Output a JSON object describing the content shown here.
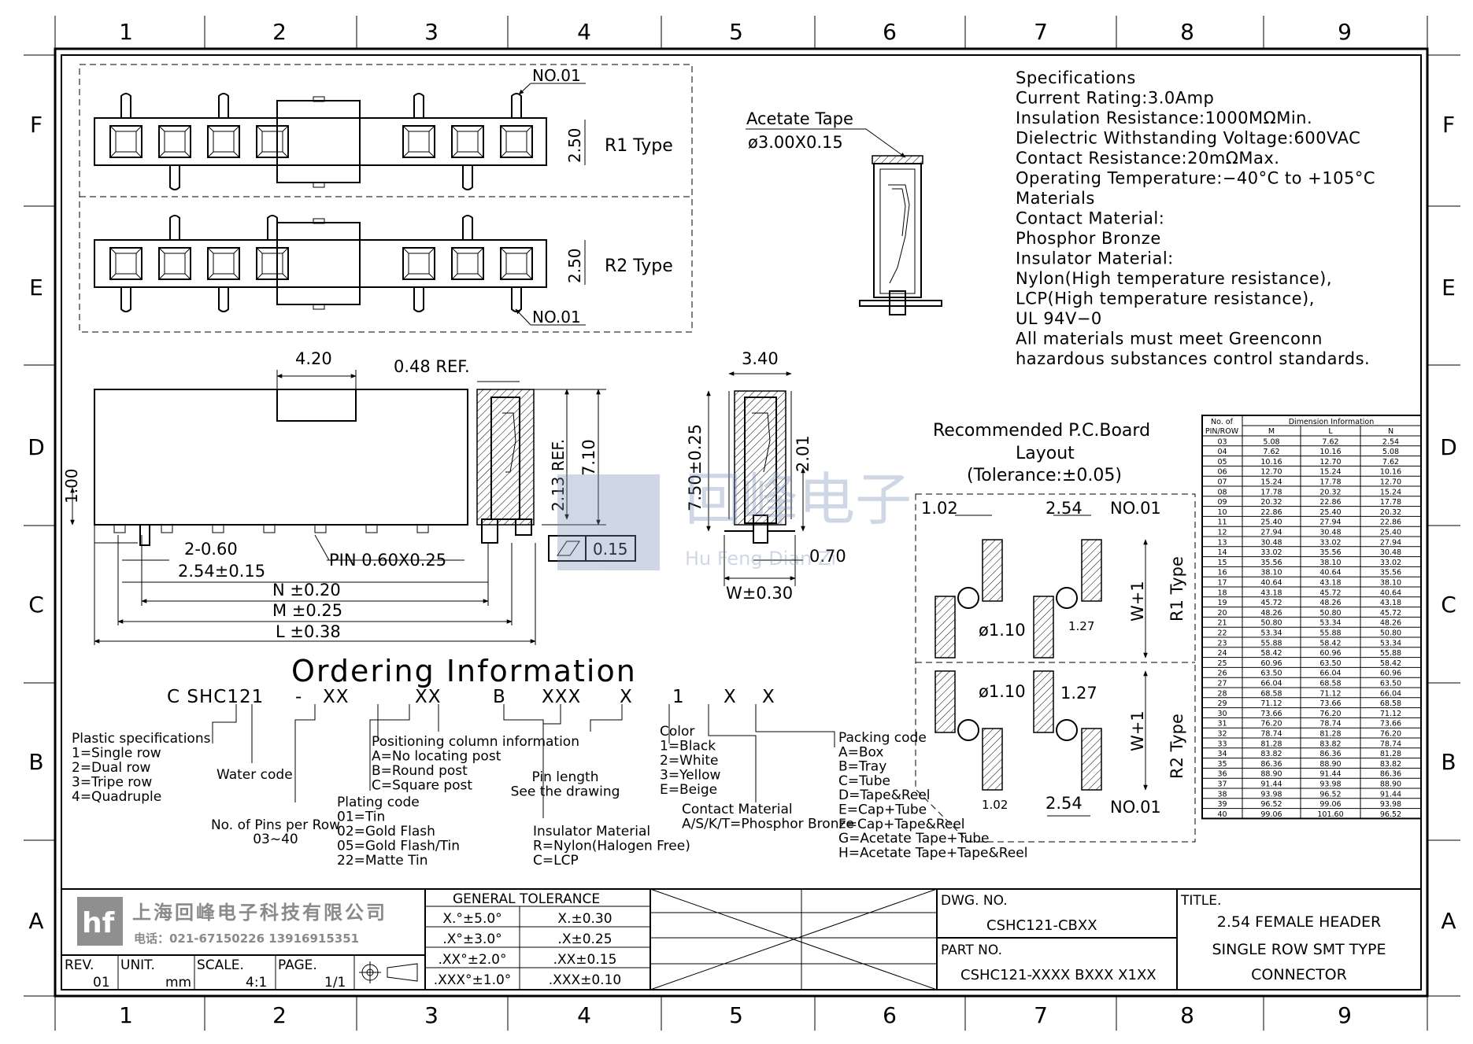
{
  "grid": {
    "columns": [
      "1",
      "2",
      "3",
      "4",
      "5",
      "6",
      "7",
      "8",
      "9"
    ],
    "rows": [
      "F",
      "E",
      "D",
      "C",
      "B",
      "A"
    ]
  },
  "top_views": {
    "no01_top": "NO.01",
    "no01_bottom": "NO.01",
    "r1_height": "2.50",
    "r2_height": "2.50",
    "r1_label": "R1  Type",
    "r2_label": "R2  Type"
  },
  "side_view": {
    "acetate_tape": "Acetate  Tape",
    "tape_size": "ø3.00X0.15"
  },
  "front_view": {
    "dim_420": "4.20",
    "dim_048": "0.48  REF.",
    "dim_100": "1.00",
    "dim_213": "2.13  REF.",
    "dim_710": "7.10",
    "dim_2_060": "2-0.60",
    "dim_254": "2.54±0.15",
    "pin": "PIN  0.60X0.25",
    "n": "N  ±0.20",
    "m": "M  ±0.25",
    "l": "L  ±0.38",
    "flatness": "0.15"
  },
  "end_view": {
    "dim_340": "3.40",
    "dim_750": "7.50±0.25",
    "dim_201": "2.01",
    "dim_070": "0.70",
    "dim_w": "W±0.30"
  },
  "specifications": {
    "lines": [
      "Specifications",
      "Current  Rating:3.0Amp",
      "Insulation  Resistance:1000MΩMin.",
      "Dielectric  Withstanding  Voltage:600VAC",
      "Contact  Resistance:20mΩMax.",
      "Operating  Temperature:−40°C  to  +105°C",
      "Materials",
      "Contact  Material:",
      "Phosphor  Bronze",
      "Insulator  Material:",
      "Nylon(High  temperature  resistance),",
      "LCP(High  temperature  resistance),",
      "UL  94V−0",
      "All  materials  must  meet  Greenconn",
      "hazardous  substances  control  standards."
    ]
  },
  "pcb_layout": {
    "title1": "Recommended  P.C.Board",
    "title2": "Layout",
    "title3": "(Tolerance:±0.05)",
    "r1_label": "R1  Type",
    "r2_label": "R2  Type",
    "d102_top": "1.02",
    "d254_top": "2.54",
    "no01_top": "NO.01",
    "w1_top": "W+1",
    "d110_top": "ø1.10",
    "d127_top": "1.27",
    "d110_bot": "ø1.10",
    "d127_bot": "1.27",
    "w1_bot": "W+1",
    "d102_bot": "1.02",
    "d254_bot": "2.54",
    "no01_bot": "NO.01"
  },
  "watermark": {
    "cn": "回峰电子",
    "en": "Hu   Feng   Dian   Zi"
  },
  "dimension_table": {
    "h1": "No.  of",
    "h2": "PIN/ROW",
    "group": "Dimension  Information",
    "cols": [
      "M",
      "L",
      "N"
    ],
    "rows": [
      [
        "03",
        "5.08",
        "7.62",
        "2.54"
      ],
      [
        "04",
        "7.62",
        "10.16",
        "5.08"
      ],
      [
        "05",
        "10.16",
        "12.70",
        "7.62"
      ],
      [
        "06",
        "12.70",
        "15.24",
        "10.16"
      ],
      [
        "07",
        "15.24",
        "17.78",
        "12.70"
      ],
      [
        "08",
        "17.78",
        "20.32",
        "15.24"
      ],
      [
        "09",
        "20.32",
        "22.86",
        "17.78"
      ],
      [
        "10",
        "22.86",
        "25.40",
        "20.32"
      ],
      [
        "11",
        "25.40",
        "27.94",
        "22.86"
      ],
      [
        "12",
        "27.94",
        "30.48",
        "25.40"
      ],
      [
        "13",
        "30.48",
        "33.02",
        "27.94"
      ],
      [
        "14",
        "33.02",
        "35.56",
        "30.48"
      ],
      [
        "15",
        "35.56",
        "38.10",
        "33.02"
      ],
      [
        "16",
        "38.10",
        "40.64",
        "35.56"
      ],
      [
        "17",
        "40.64",
        "43.18",
        "38.10"
      ],
      [
        "18",
        "43.18",
        "45.72",
        "40.64"
      ],
      [
        "19",
        "45.72",
        "48.26",
        "43.18"
      ],
      [
        "20",
        "48.26",
        "50.80",
        "45.72"
      ],
      [
        "21",
        "50.80",
        "53.34",
        "48.26"
      ],
      [
        "22",
        "53.34",
        "55.88",
        "50.80"
      ],
      [
        "23",
        "55.88",
        "58.42",
        "53.34"
      ],
      [
        "24",
        "58.42",
        "60.96",
        "55.88"
      ],
      [
        "25",
        "60.96",
        "63.50",
        "58.42"
      ],
      [
        "26",
        "63.50",
        "66.04",
        "60.96"
      ],
      [
        "27",
        "66.04",
        "68.58",
        "63.50"
      ],
      [
        "28",
        "68.58",
        "71.12",
        "66.04"
      ],
      [
        "29",
        "71.12",
        "73.66",
        "68.58"
      ],
      [
        "30",
        "73.66",
        "76.20",
        "71.12"
      ],
      [
        "31",
        "76.20",
        "78.74",
        "73.66"
      ],
      [
        "32",
        "78.74",
        "81.28",
        "76.20"
      ],
      [
        "33",
        "81.28",
        "83.82",
        "78.74"
      ],
      [
        "34",
        "83.82",
        "86.36",
        "81.28"
      ],
      [
        "35",
        "86.36",
        "88.90",
        "83.82"
      ],
      [
        "36",
        "88.90",
        "91.44",
        "86.36"
      ],
      [
        "37",
        "91.44",
        "93.98",
        "88.90"
      ],
      [
        "38",
        "93.98",
        "96.52",
        "91.44"
      ],
      [
        "39",
        "96.52",
        "99.06",
        "93.98"
      ],
      [
        "40",
        "99.06",
        "101.60",
        "96.52"
      ]
    ]
  },
  "ordering": {
    "title": "Ordering  Information",
    "code": [
      "C  SHC121",
      "-",
      "XX",
      "XX",
      "B",
      "XXX",
      "X",
      "1",
      "X",
      "X"
    ],
    "plastic": [
      "Plastic  specifications",
      "1=Single  row",
      "2=Dual  row",
      "3=Tripe  row",
      "4=Quadruple"
    ],
    "water_code": "Water  code",
    "pins_per_row": [
      "No.  of  Pins  per  Row",
      "03~40"
    ],
    "positioning": [
      "Positioning  column  information",
      "A=No  locating  post",
      "B=Round  post",
      "C=Square  post"
    ],
    "plating": [
      "Plating  code",
      "01=Tin",
      "02=Gold  Flash",
      "05=Gold  Flash/Tin",
      "22=Matte  Tin"
    ],
    "pin_length": [
      "Pin  length",
      "See  the  drawing"
    ],
    "insulator": [
      "Insulator  Material",
      "R=Nylon(Halogen  Free)",
      "C=LCP"
    ],
    "color": [
      "Color",
      "1=Black",
      "2=White",
      "3=Yellow",
      "E=Beige"
    ],
    "contact": [
      "Contact  Material",
      "A/S/K/T=Phosphor  Bronze"
    ],
    "packing": [
      "Packing  code",
      "A=Box",
      "B=Tray",
      "C=Tube",
      "D=Tape&Reel",
      "E=Cap+Tube",
      "F=Cap+Tape&Reel",
      "G=Acetate  Tape+Tube",
      "H=Acetate  Tape+Tape&Reel"
    ]
  },
  "title_block": {
    "company_cn": "上海回峰电子科技有限公司",
    "phone": "电话：021-67150226  13916915351",
    "logo": "hf",
    "rev_label": "REV.",
    "rev": "01",
    "unit_label": "UNIT.",
    "unit": "mm",
    "scale_label": "SCALE.",
    "scale": "4:1",
    "page_label": "PAGE.",
    "page": "1/1",
    "tolerance_title": "GENERAL  TOLERANCE",
    "tolerance": [
      [
        "X.°±5.0°",
        "X.±0.30"
      ],
      [
        ".X°±3.0°",
        ".X±0.25"
      ],
      [
        ".XX°±2.0°",
        ".XX±0.15"
      ],
      [
        ".XXX°±1.0°",
        ".XXX±0.10"
      ]
    ],
    "dwg_label": "DWG.  NO.",
    "dwg": "CSHC121-CBXX",
    "part_label": "PART  NO.",
    "part": "CSHC121-XXXX  BXXX  X1XX",
    "title_label": "TITLE.",
    "title_lines": [
      "2.54  FEMALE  HEADER",
      "SINGLE  ROW  SMT  TYPE",
      "CONNECTOR"
    ]
  }
}
